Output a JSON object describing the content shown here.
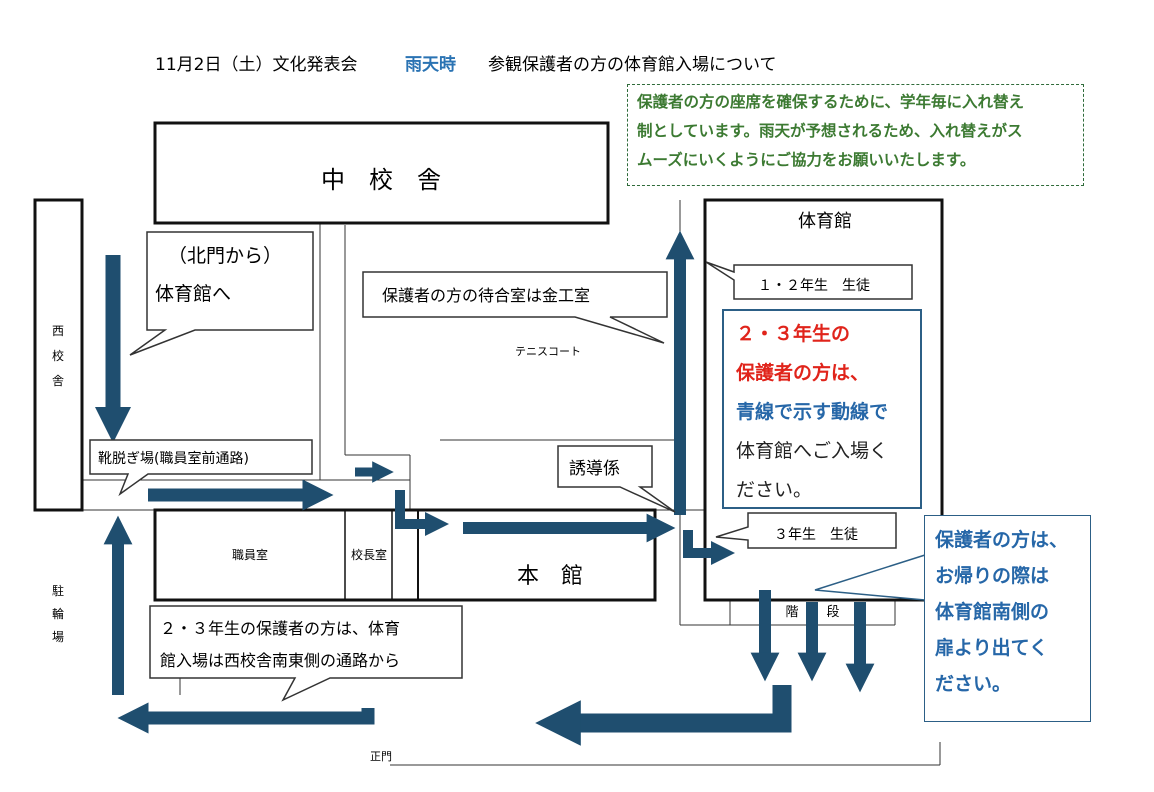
{
  "title": {
    "date": "11月2日（土）文化発表会",
    "rain": "雨天時",
    "subject": "参観保護者の方の体育館入場について",
    "rain_color": "#2a73b3"
  },
  "buildings": {
    "center": "中　校　舎",
    "west": [
      "西",
      "校",
      "舎"
    ],
    "gym": "体育館",
    "main": "本　館",
    "staff_room": "職員室",
    "principal_room": "校長室",
    "stairs_1": "階",
    "stairs_2": "段",
    "parking": [
      "駐",
      "輪",
      "場"
    ],
    "tennis": "テニスコート",
    "main_gate": "正門"
  },
  "callouts": {
    "north_gate": [
      "（北門から）",
      "体育館へ"
    ],
    "waiting_room": "保護者の方の待合室は金工室",
    "shoe_area": "靴脱ぎ場(職員室前通路)",
    "guide": "誘導係",
    "grade12": "１・２年生　生徒",
    "grade3": "３年生　生徒",
    "west_entrance": [
      "２・３年生の保護者の方は、体育",
      "館入場は西校舎南東側の通路から"
    ]
  },
  "notice": [
    "保護者の方の座席を確保するために、学年毎に入れ替え",
    "制としています。雨天が予想されるため、入れ替えがス",
    "ムーズにいくようにご協力をお願いいたします。"
  ],
  "gym_info": {
    "line1": "２・３年生の",
    "line2": "保護者の方は、",
    "line3": "青線で示す動線で",
    "line4": "体育館へご入場く",
    "line5": "ださい。"
  },
  "exit_info": [
    "保護者の方は、",
    "お帰りの際は",
    "体育館南側の",
    "扉より出てく",
    "ださい。"
  ],
  "colors": {
    "arrow": "#1f4e6f",
    "notice_green": "#3c7a32",
    "info_red": "#e0241b",
    "info_blue": "#2667a8"
  }
}
